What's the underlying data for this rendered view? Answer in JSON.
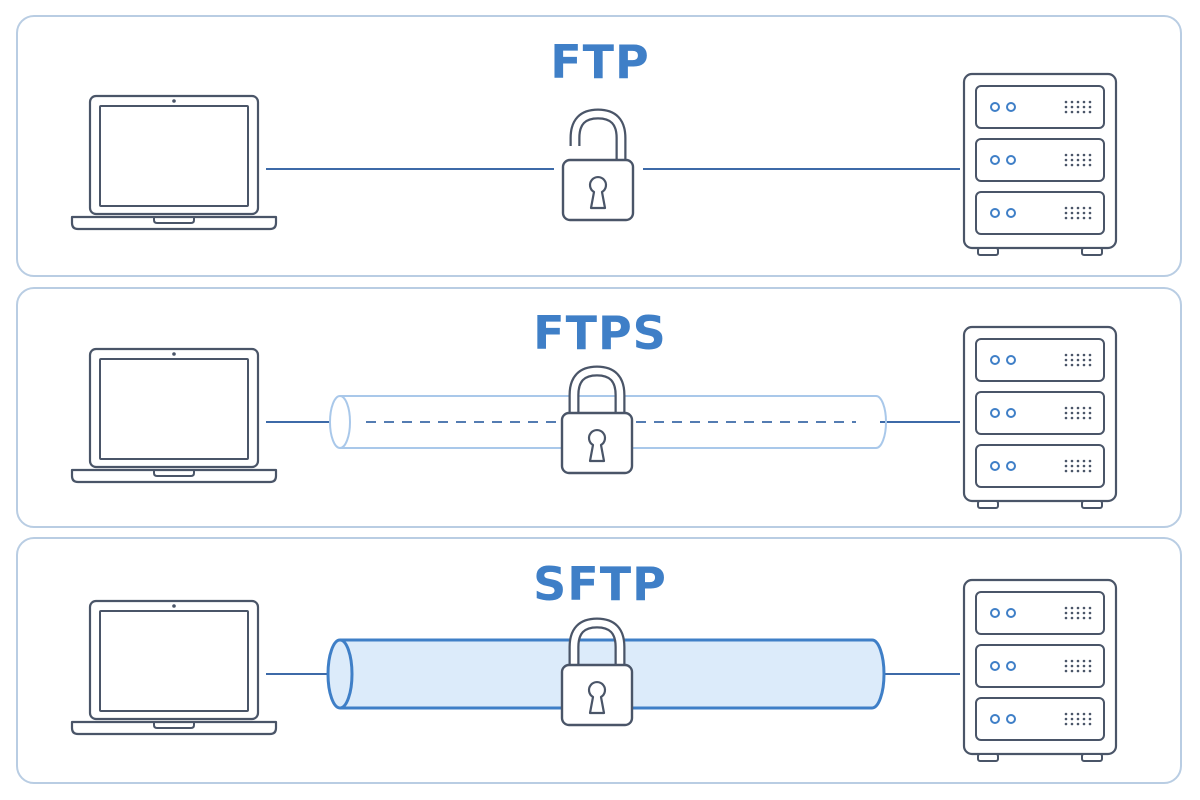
{
  "protocols": [
    {
      "label": "FTP",
      "lock_state": "unlocked",
      "tunnel": "none"
    },
    {
      "label": "FTPS",
      "lock_state": "locked",
      "tunnel": "outline-dashed"
    },
    {
      "label": "SFTP",
      "lock_state": "locked",
      "tunnel": "filled"
    }
  ],
  "colors": {
    "title": "#3f7fc7",
    "panel_border": "#b9cde3",
    "device_stroke": "#4a5568",
    "line": "#3d6aa8",
    "tunnel_outline": "#a9c8ea",
    "tunnel_fill": "#dcebfa",
    "tunnel_strong": "#3f7fc7",
    "server_dot": "#3f7fc7"
  },
  "icons": [
    "laptop-icon",
    "server-icon",
    "padlock-open-icon",
    "padlock-closed-icon"
  ]
}
